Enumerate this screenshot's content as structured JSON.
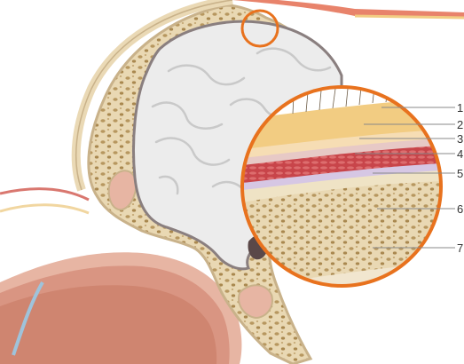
{
  "figure": {
    "labels": [
      "1",
      "2",
      "3",
      "4",
      "5",
      "6",
      "7"
    ],
    "colors": {
      "skull": "#ead9b5",
      "skull_edge": "#c9b28a",
      "brain": "#ececec",
      "brain_fold": "#c9c9c9",
      "mucosa": "#e0a090",
      "callout": "#e8721e",
      "skin": "#f2cc82",
      "muscle": "#c8454a",
      "leader": "#888888"
    }
  }
}
